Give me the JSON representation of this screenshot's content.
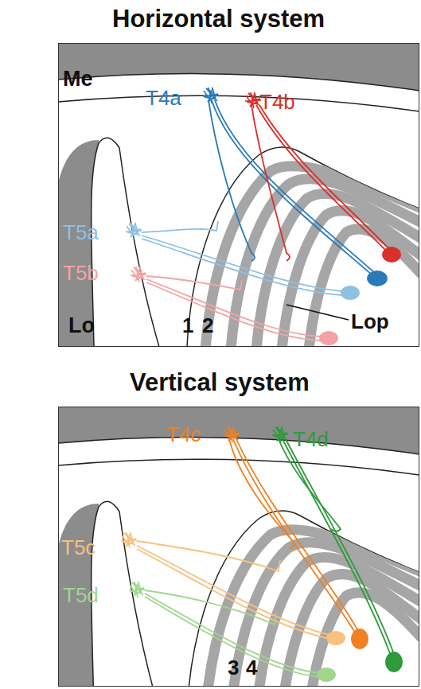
{
  "diagram": {
    "nodes": [
      {
        "text": [
          "Horizontal system"
        ]
      },
      {
        "text": [
          "Vertical system"
        ]
      }
    ],
    "labels": [
      "Me",
      "T4a",
      "T4b",
      "T5a",
      "T5b",
      "Lo",
      "1",
      "2",
      "Lop",
      "T4c",
      "T4d",
      "T5c",
      "T5d",
      "3",
      "4"
    ]
  }
}
